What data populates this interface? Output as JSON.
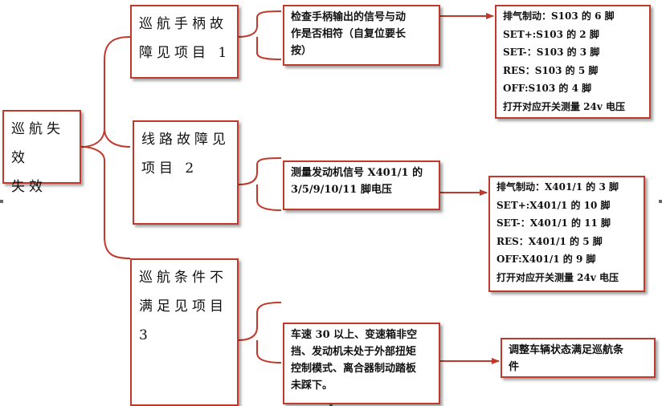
{
  "root": {
    "label": "巡航失效\n失效"
  },
  "categories": [
    {
      "label": "巡航手柄故\n障见项目 1"
    },
    {
      "label": "线路故障见\n项目 2"
    },
    {
      "label": "巡航条件不\n满足见项目 3"
    }
  ],
  "checks": [
    {
      "label": "检查手柄输出的信号与动\n作是否相符（自复位要长\n按）"
    },
    {
      "label": "测量发动机信号 X401/1 的\n3/5/9/10/11 脚电压"
    },
    {
      "label": "车速 30 以上、变速箱非空\n挡、发动机未处于外部扭矩\n控制模式、离合器制动踏板\n未踩下。"
    }
  ],
  "results": [
    {
      "label": "排气制动：S103 的 6 脚\nSET+:S103 的 2 脚\nSET-：S103 的 3 脚\nRES：S103 的 5 脚\nOFF:S103 的 4 脚\n打开对应开关测量 24v 电压"
    },
    {
      "label": "排气制动：X401/1 的 3 脚\nSET+:X401/1 的 10 脚\nSET-：X401/1 的 11 脚\nRES：X401/1 的 5 脚\nOFF:X401/1 的 9 脚\n打开对应开关测量 24v 电压"
    },
    {
      "label": "调整车辆状态满足巡航条\n件"
    }
  ],
  "colors": {
    "border": "#c0392b",
    "line": "#c0392b",
    "arrow": "#c0392b"
  }
}
